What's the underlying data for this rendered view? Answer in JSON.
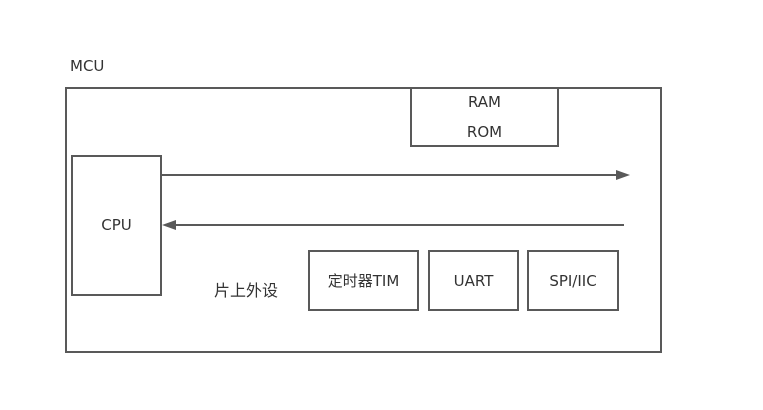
{
  "mcu_label": "MCU",
  "memory": {
    "ram_label": "RAM",
    "rom_label": "ROM"
  },
  "cpu_label": "CPU",
  "peripherals": {
    "group_label": "片上外设",
    "items": [
      {
        "label": "定时器TIM"
      },
      {
        "label": "UART"
      },
      {
        "label": "SPI/IIC"
      }
    ]
  },
  "colors": {
    "stroke": "#595959",
    "text": "#333333",
    "background": "#ffffff"
  }
}
